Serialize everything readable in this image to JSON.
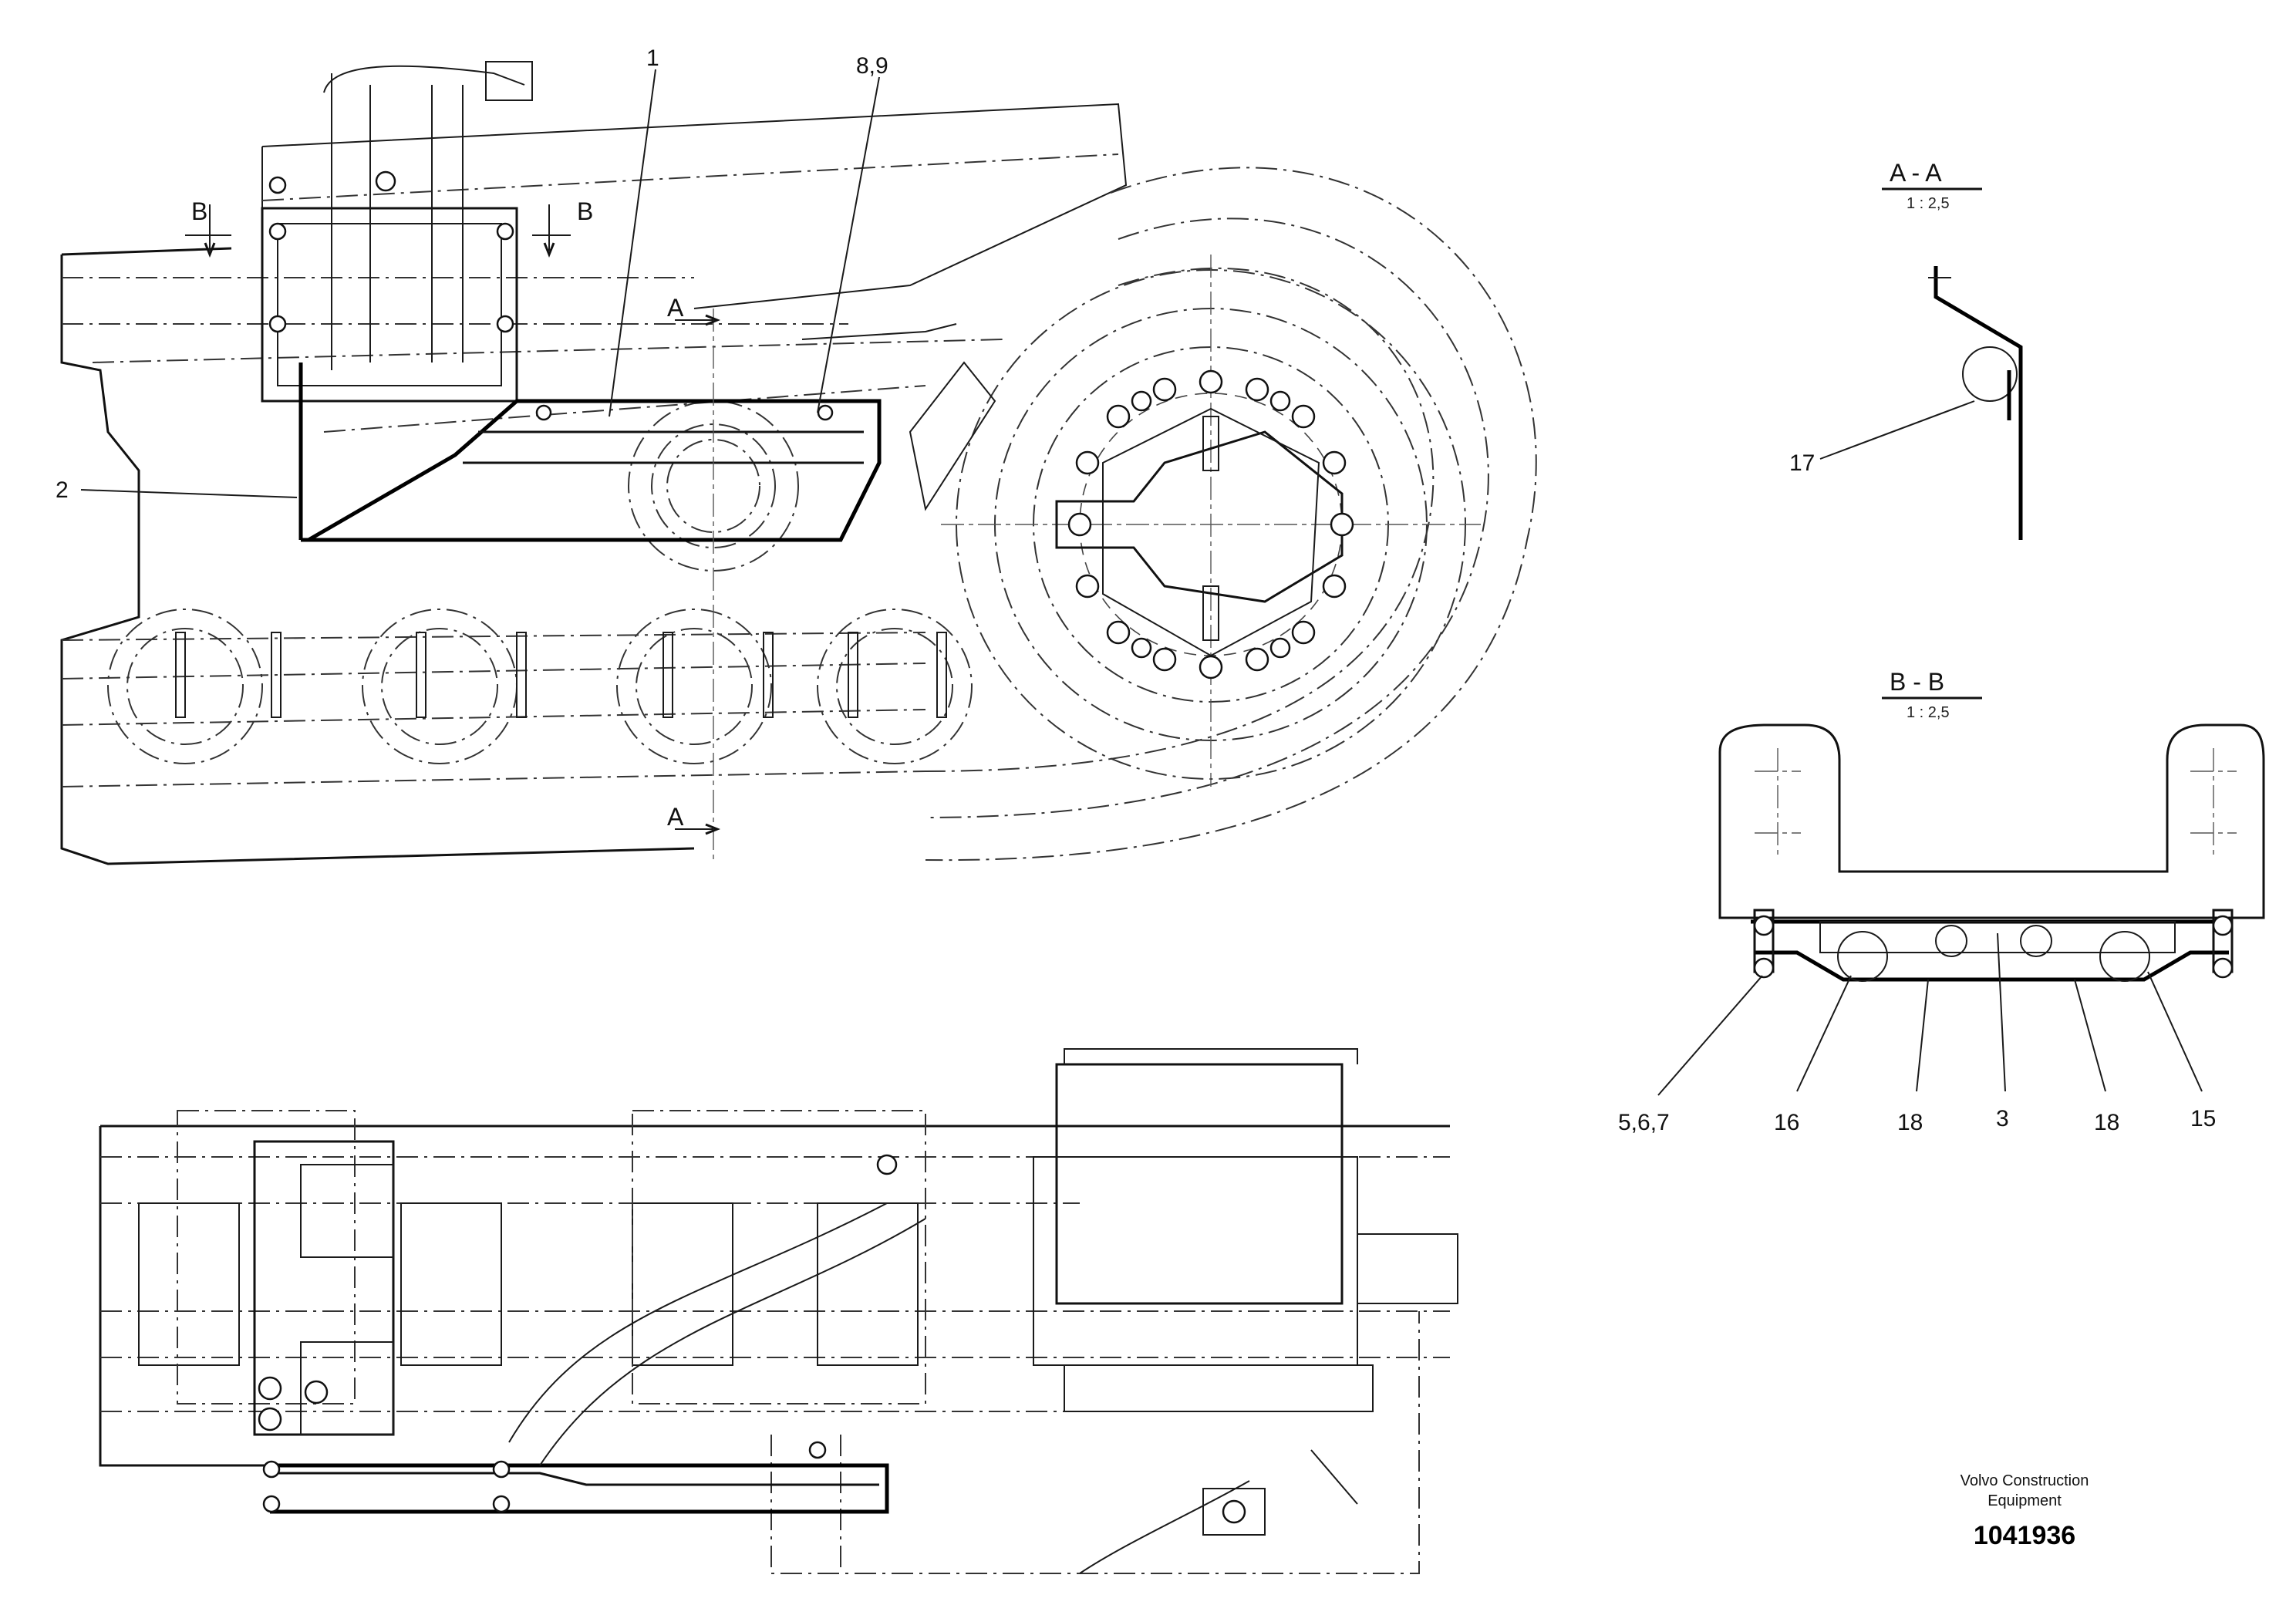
{
  "sections": {
    "a": {
      "title": "A - A",
      "scale": "1 : 2,5",
      "marker": "A"
    },
    "b": {
      "title": "B - B",
      "scale": "1 : 2,5",
      "marker": "B"
    }
  },
  "callouts": {
    "p1": "1",
    "p2": "2",
    "p3": "3",
    "p89": "8,9",
    "p567": "5,6,7",
    "p15": "15",
    "p16": "16",
    "p17": "17",
    "p18a": "18",
    "p18b": "18"
  },
  "title_block": {
    "company_line1": "Volvo Construction",
    "company_line2": "Equipment",
    "document_number": "1041936"
  }
}
